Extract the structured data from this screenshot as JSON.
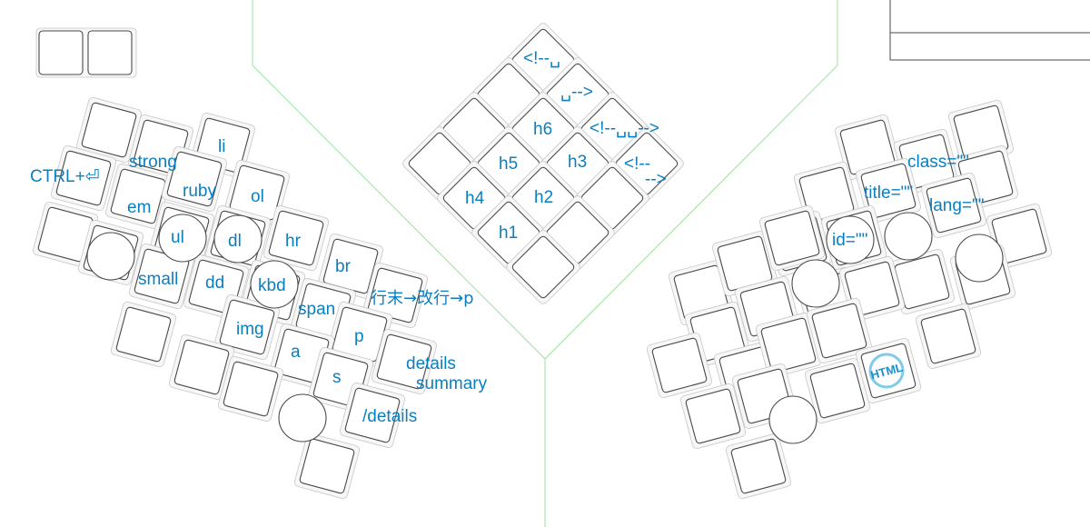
{
  "accent_color": "#0a7fc0",
  "case_outline_color": "#9be39b",
  "left": {
    "ctrl_enter": "CTRL+⏎",
    "strong": "strong",
    "li": "li",
    "em": "em",
    "ruby": "ruby",
    "ol": "ol",
    "ul": "ul",
    "dl": "dl",
    "hr": "hr",
    "br": "br",
    "small": "small",
    "dd": "dd",
    "kbd": "kbd",
    "span": "span",
    "p": "p",
    "line_end": "行末→改行→p",
    "img": "img",
    "a": "a",
    "s": "s",
    "details": "details",
    "summary": "summary",
    "details_close": "/details"
  },
  "center": {
    "comment_open_space": "<!--␣",
    "comment_close_space": "␣-->",
    "comment_pair": "<!--␣␣-->",
    "comment_open": "<!--",
    "comment_close": "-->",
    "h1": "h1",
    "h2": "h2",
    "h3": "h3",
    "h4": "h4",
    "h5": "h5",
    "h6": "h6"
  },
  "right": {
    "class_attr": "class=\"\"",
    "title_attr": "title=\"\"",
    "lang_attr": "lang=\"\"",
    "id_attr": "id=\"\"",
    "html_badge": "HTML"
  }
}
